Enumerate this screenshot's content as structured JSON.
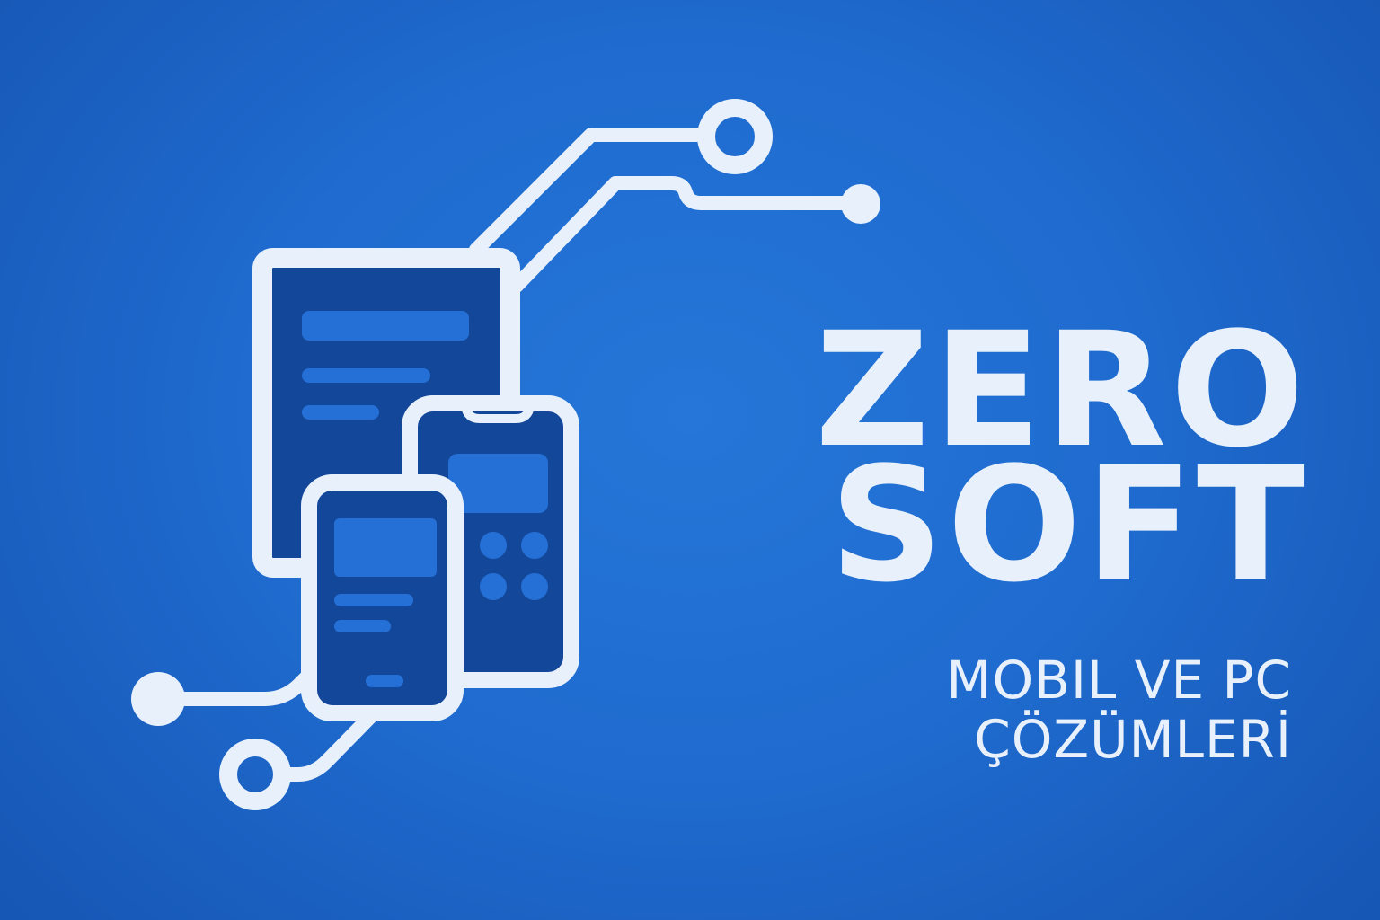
{
  "brand": {
    "line1": "ZERO",
    "line2": "SOFT",
    "tagline_line1": "MOBIL VE PC",
    "tagline_line2": "ÇÖZÜMLERİ"
  },
  "colors": {
    "background": "#1f6bcf",
    "background_edge": "#1553b0",
    "foreground": "#e8f1fb",
    "device_screen": "#13479a",
    "device_element": "#2570d6"
  },
  "icons": [
    "circuit-lines-icon",
    "tablet-icon",
    "phone-icon",
    "small-phone-icon"
  ]
}
